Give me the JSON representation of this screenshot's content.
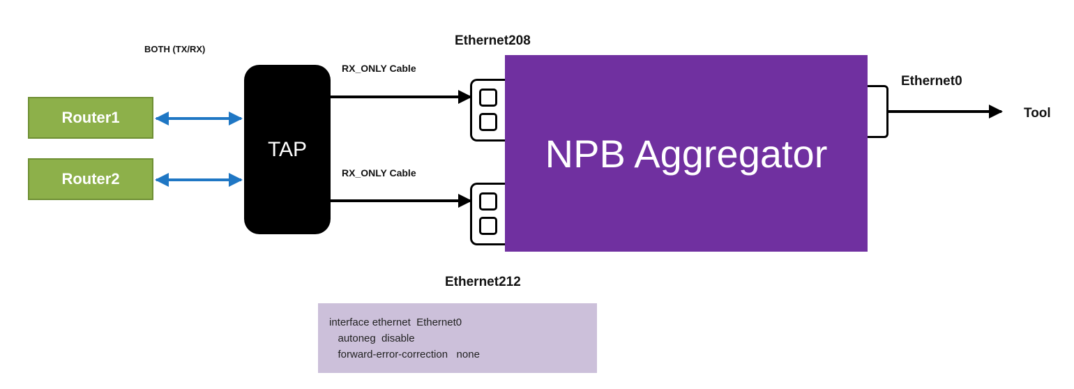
{
  "labels": {
    "both_txrx": "BOTH (TX/RX)",
    "rx_cable_top": "RX_ONLY Cable",
    "rx_cable_bottom": "RX_ONLY Cable",
    "ethernet208": "Ethernet208",
    "ethernet212": "Ethernet212",
    "ethernet0": "Ethernet0",
    "tool": "Tool"
  },
  "nodes": {
    "router1": "Router1",
    "router2": "Router2",
    "tap": "TAP",
    "npb": "NPB Aggregator"
  },
  "config": {
    "line1": "interface ethernet  Ethernet0",
    "line2": "   autoneg  disable",
    "line3": "   forward-error-correction   none"
  },
  "colors": {
    "router_fill": "#8db04a",
    "bidir_arrow": "#1f77c4",
    "npb_fill": "#7030a0",
    "config_fill": "#ccc0da"
  }
}
